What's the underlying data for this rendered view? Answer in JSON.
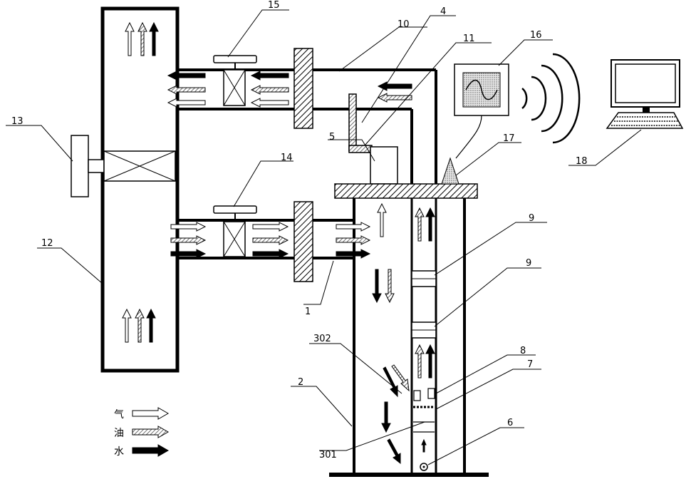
{
  "labels": {
    "n1": "1",
    "n2": "2",
    "n4": "4",
    "n5": "5",
    "n6": "6",
    "n7": "7",
    "n8": "8",
    "n9a": "9",
    "n9b": "9",
    "n10": "10",
    "n11": "11",
    "n12": "12",
    "n13": "13",
    "n14": "14",
    "n15": "15",
    "n16": "16",
    "n17": "17",
    "n18": "18",
    "n301": "301",
    "n302": "302"
  },
  "legend": {
    "gas": "气",
    "oil": "油",
    "water": "水"
  },
  "colors": {
    "line": "#000000",
    "hatch_fill": "#555555",
    "water_arrow": "#000000",
    "gas_arrow": "#ffffff",
    "oil_arrow": "#bbbbbb",
    "sensor_fill": "#e6e6e6"
  }
}
